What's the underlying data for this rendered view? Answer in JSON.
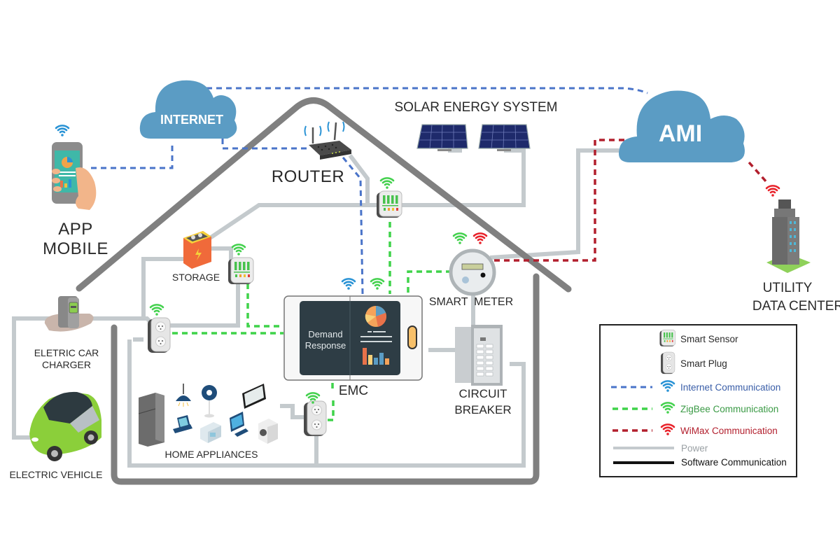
{
  "title": "Home Energy Management System Architecture",
  "nodes": {
    "internet": "INTERNET",
    "ami": "AMI",
    "solar": "SOLAR ENERGY SYSTEM",
    "router": "ROUTER",
    "app_line1": "APP",
    "app_line2": "MOBILE",
    "utility_line1": "UTILITY",
    "utility_line2": "DATA CENTER",
    "storage": "STORAGE",
    "smart_meter": "SMART  METER",
    "emc": "EMC",
    "emc_screen_line1": "Demand",
    "emc_screen_line2": "Response",
    "charger_line1": "ELETRIC CAR",
    "charger_line2": "CHARGER",
    "circuit_line1": "CIRCUIT",
    "circuit_line2": "BREAKER",
    "home_appliances": "HOME APPLIANCES",
    "electric_vehicle": "ELECTRIC VEHICLE"
  },
  "legend": {
    "items": [
      {
        "label": "Smart Sensor",
        "icon": "smart-sensor-icon",
        "color": "#2a2a2a"
      },
      {
        "label": "Smart Plug",
        "icon": "smart-plug-icon",
        "color": "#2a2a2a"
      },
      {
        "label": "Internet Communication",
        "icon": "wifi-icon",
        "color": "#3a5ea8"
      },
      {
        "label": "ZigBee Communication",
        "icon": "wifi-icon",
        "color": "#3a9a45"
      },
      {
        "label": "WiMax Communication",
        "icon": "wifi-icon",
        "color": "#b21f2d"
      },
      {
        "label": "Power",
        "icon": "power-line",
        "color": "#9aa0a4"
      },
      {
        "label": "Software Communication",
        "icon": "software-line",
        "color": "#111111"
      }
    ]
  },
  "colors": {
    "cloud": "#5b9cc4",
    "internet_line": "#4a74c9",
    "zigbee_line": "#3fd34a",
    "wimax_line": "#b21f2d",
    "power_line": "#c4cacd",
    "house_outline": "#808080"
  }
}
